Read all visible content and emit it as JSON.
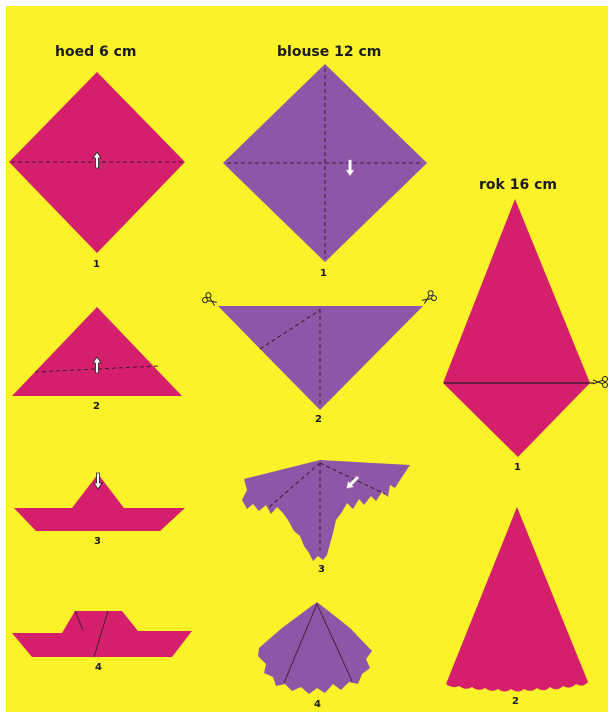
{
  "colors": {
    "background": "#fbf22a",
    "pink": "#d61f6c",
    "purple": "#8f55a6",
    "fold_line": "#3a1a2a"
  },
  "headings": {
    "hat": "hoed 6 cm",
    "blouse": "blouse 12 cm",
    "skirt": "rok 16 cm"
  },
  "steps": {
    "hat": [
      "1",
      "2",
      "3",
      "4"
    ],
    "blouse": [
      "1",
      "2",
      "3",
      "4"
    ],
    "skirt": [
      "1",
      "2"
    ]
  },
  "icons": [
    "arrow-up-icon",
    "arrow-down-icon",
    "arrow-diagonal-icon",
    "scissors-icon"
  ]
}
